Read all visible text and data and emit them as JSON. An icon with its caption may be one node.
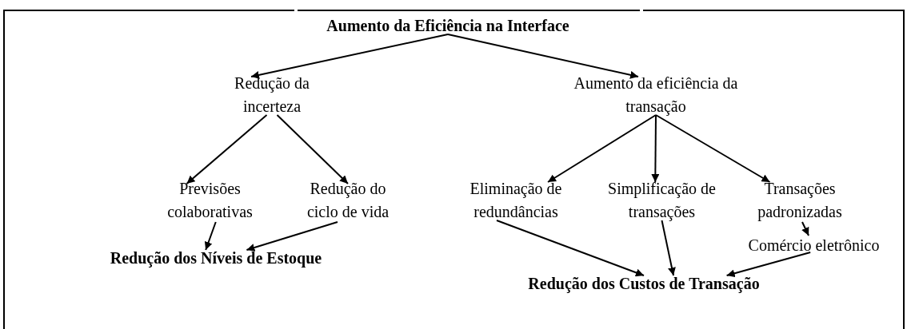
{
  "diagram": {
    "nodes": [
      {
        "text": [
          "Aumento da Eficiência na Interface"
        ]
      },
      {
        "text": [
          "Redução da incerteza"
        ]
      },
      {
        "text": [
          "Aumento da eficiência da transação"
        ]
      },
      {
        "text": [
          "Previsões colaborativas"
        ]
      },
      {
        "text": [
          "Redução do ciclo de vida"
        ]
      },
      {
        "text": [
          "Eliminação de redundâncias"
        ]
      },
      {
        "text": [
          "Simplificação de transações"
        ]
      },
      {
        "text": [
          "Transações padronizadas"
        ]
      },
      {
        "text": [
          "Comércio eletrônico"
        ]
      },
      {
        "text": [
          "Redução dos Níveis de Estoque"
        ]
      },
      {
        "text": [
          "Redução dos Custos de Transação"
        ]
      }
    ],
    "edges": [
      {
        "from": 0,
        "to": 1,
        "arrow": "to"
      },
      {
        "from": 0,
        "to": 2,
        "arrow": "to"
      },
      {
        "from": 1,
        "to": 3,
        "arrow": "to"
      },
      {
        "from": 1,
        "to": 4,
        "arrow": "to"
      },
      {
        "from": 2,
        "to": 5,
        "arrow": "to"
      },
      {
        "from": 2,
        "to": 6,
        "arrow": "to"
      },
      {
        "from": 2,
        "to": 7,
        "arrow": "to"
      },
      {
        "from": 3,
        "to": 9,
        "arrow": "to"
      },
      {
        "from": 4,
        "to": 9,
        "arrow": "to"
      },
      {
        "from": 5,
        "to": 10,
        "arrow": "to"
      },
      {
        "from": 6,
        "to": 10,
        "arrow": "to"
      },
      {
        "from": 7,
        "to": 8,
        "arrow": "to"
      },
      {
        "from": 8,
        "to": 10,
        "arrow": "to"
      }
    ]
  }
}
